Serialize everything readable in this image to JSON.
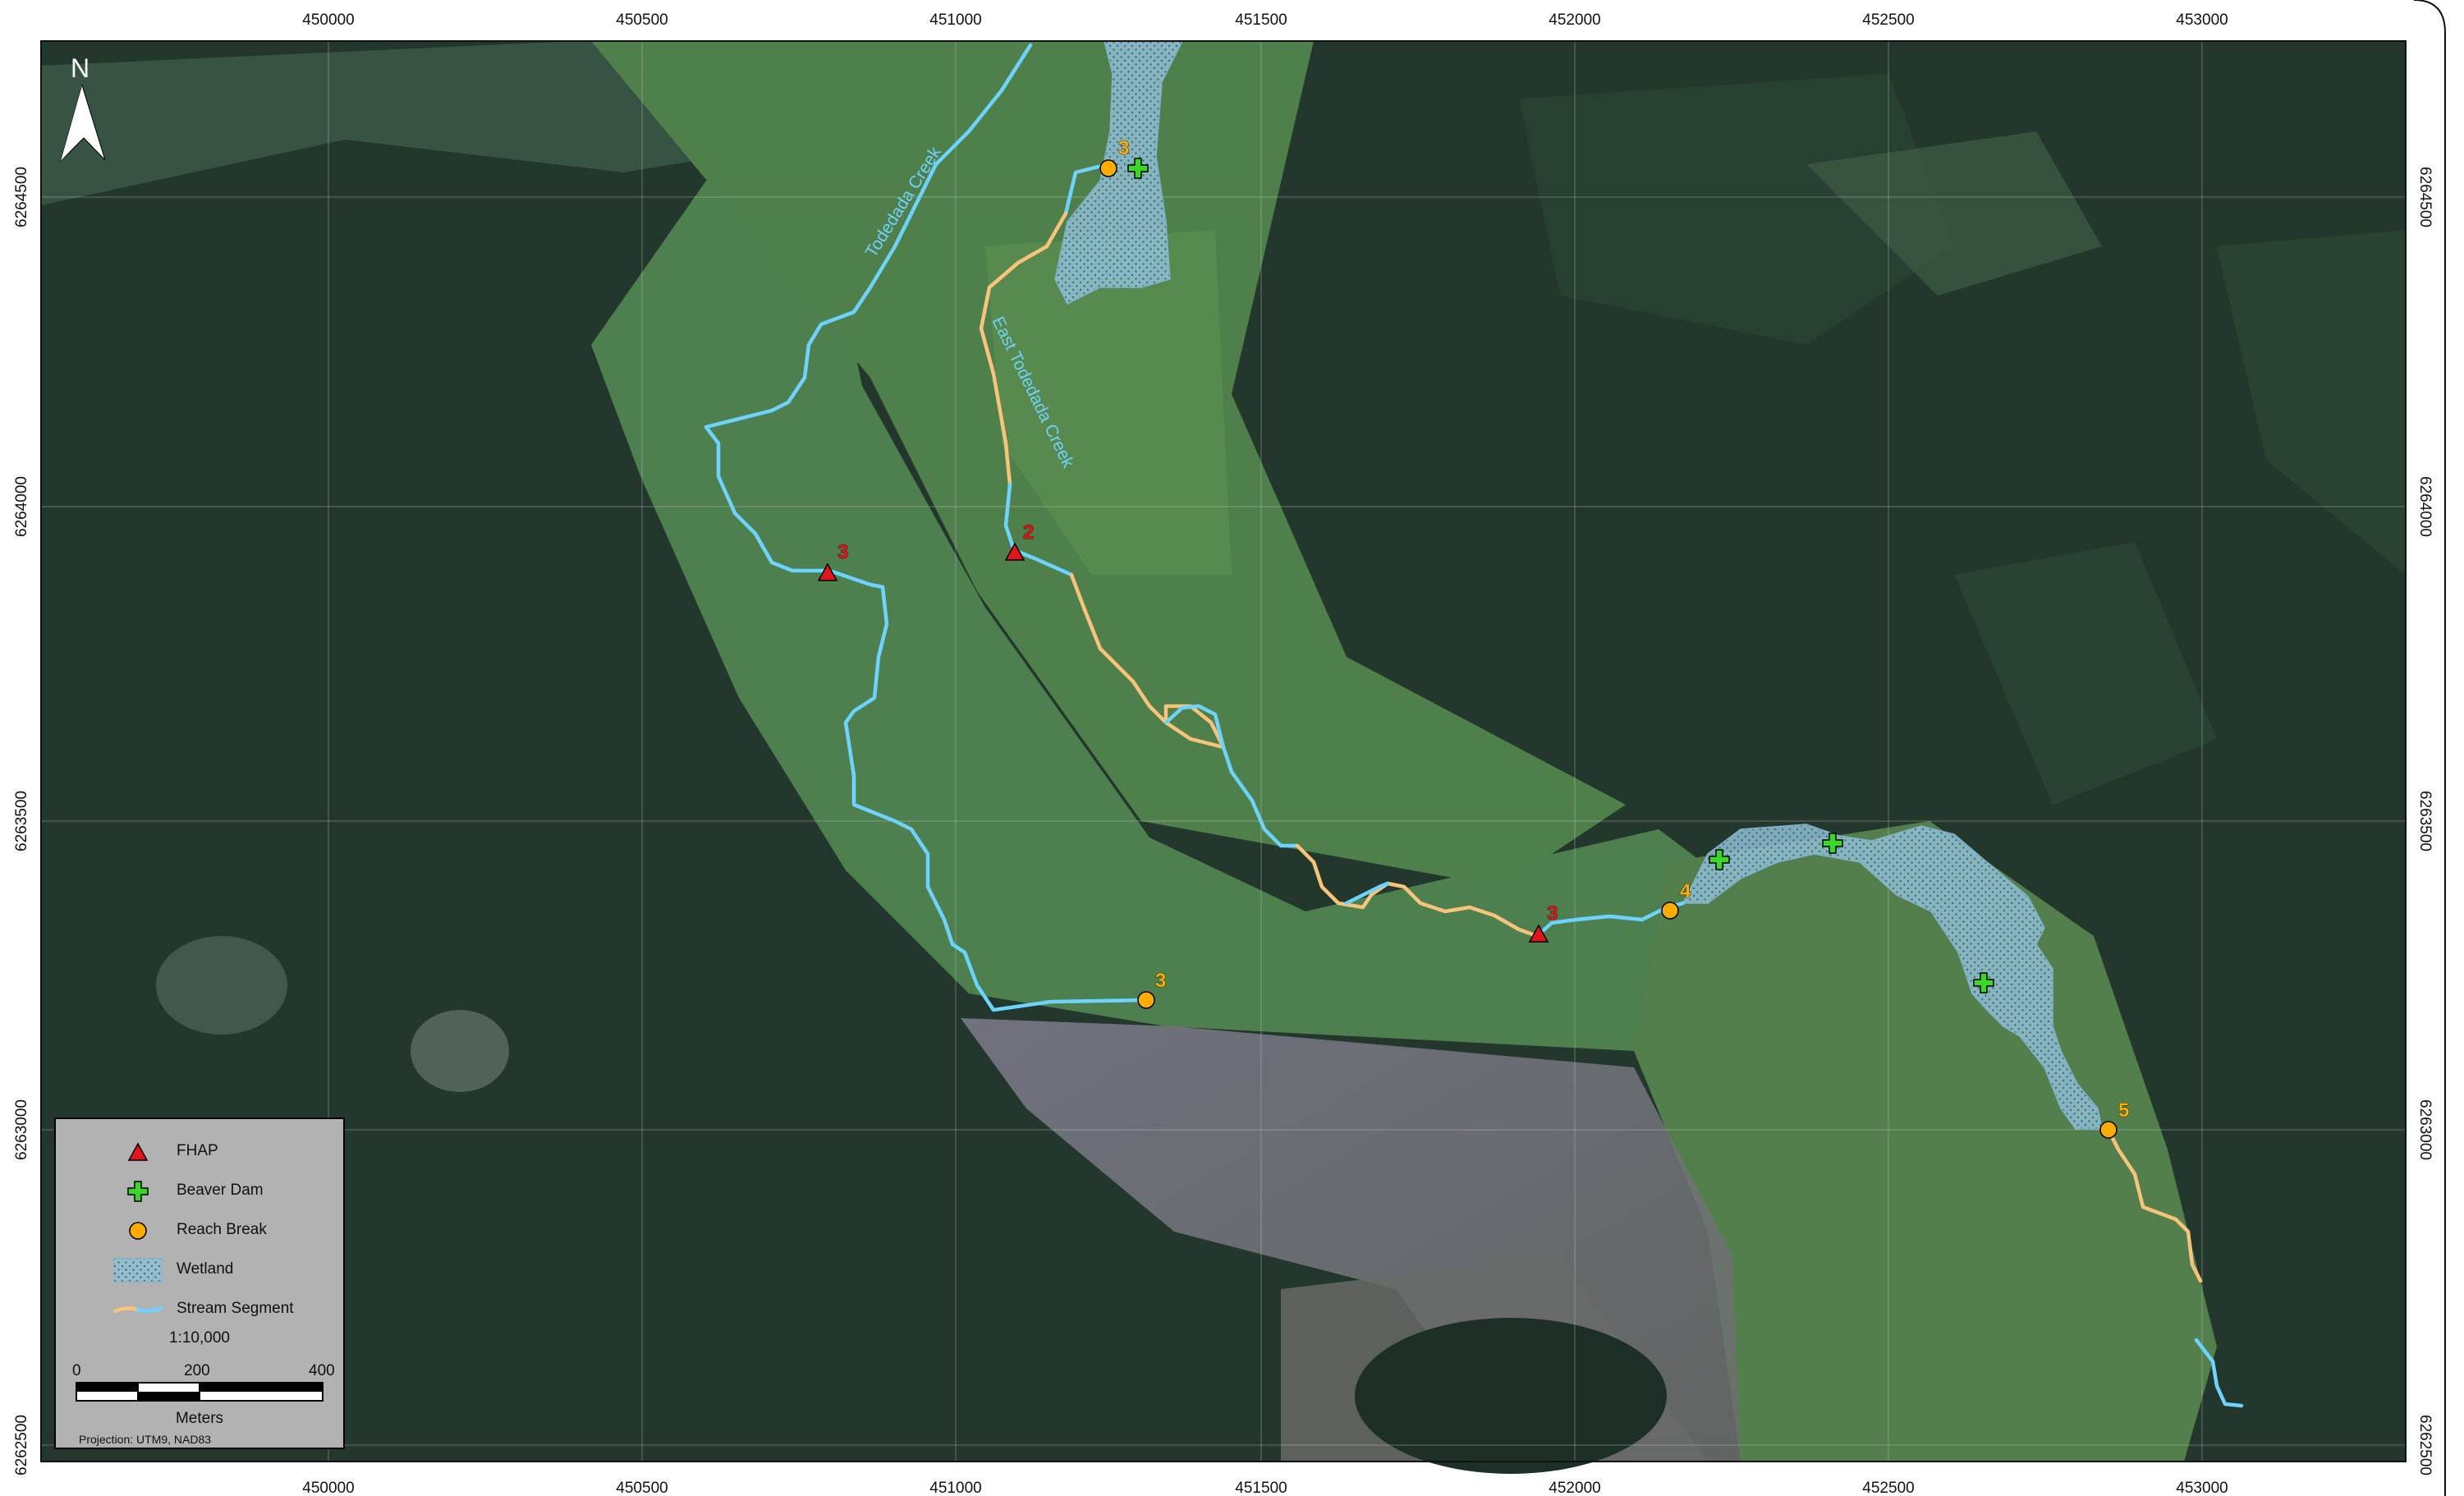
{
  "map": {
    "x_ticks": [
      "450000",
      "450500",
      "451000",
      "451500",
      "452000",
      "452500",
      "453000"
    ],
    "y_ticks": [
      "6264500",
      "6264000",
      "6263500",
      "6263000",
      "6262500"
    ],
    "north_label": "N",
    "creek_labels": [
      "Todedada Creek",
      "East Todedada Creek"
    ],
    "markers": [
      {
        "type": "fhap",
        "label": "3"
      },
      {
        "type": "fhap",
        "label": "2"
      },
      {
        "type": "fhap",
        "label": "3"
      },
      {
        "type": "reach_break",
        "label": "3"
      },
      {
        "type": "reach_break",
        "label": "3"
      },
      {
        "type": "reach_break",
        "label": "4"
      },
      {
        "type": "reach_break",
        "label": "5"
      }
    ],
    "colors": {
      "stream_a": "#f8c37a",
      "stream_b": "#6fd3ff",
      "fhap": "#e0161b",
      "beaver": "#3cd629",
      "reach_break": "#ffab00",
      "wetland": "#8ec0d4"
    }
  },
  "legend": {
    "items": [
      {
        "icon": "triangle",
        "label": "FHAP"
      },
      {
        "icon": "plus",
        "label": "Beaver Dam"
      },
      {
        "icon": "circle",
        "label": "Reach Break"
      },
      {
        "icon": "hatch",
        "label": "Wetland"
      },
      {
        "icon": "line",
        "label": "Stream Segment"
      }
    ],
    "scale": "1:10,000",
    "scale_labels": [
      "0",
      "200",
      "400"
    ],
    "units": "Meters",
    "projection": "Projection: UTM9, NAD83"
  }
}
